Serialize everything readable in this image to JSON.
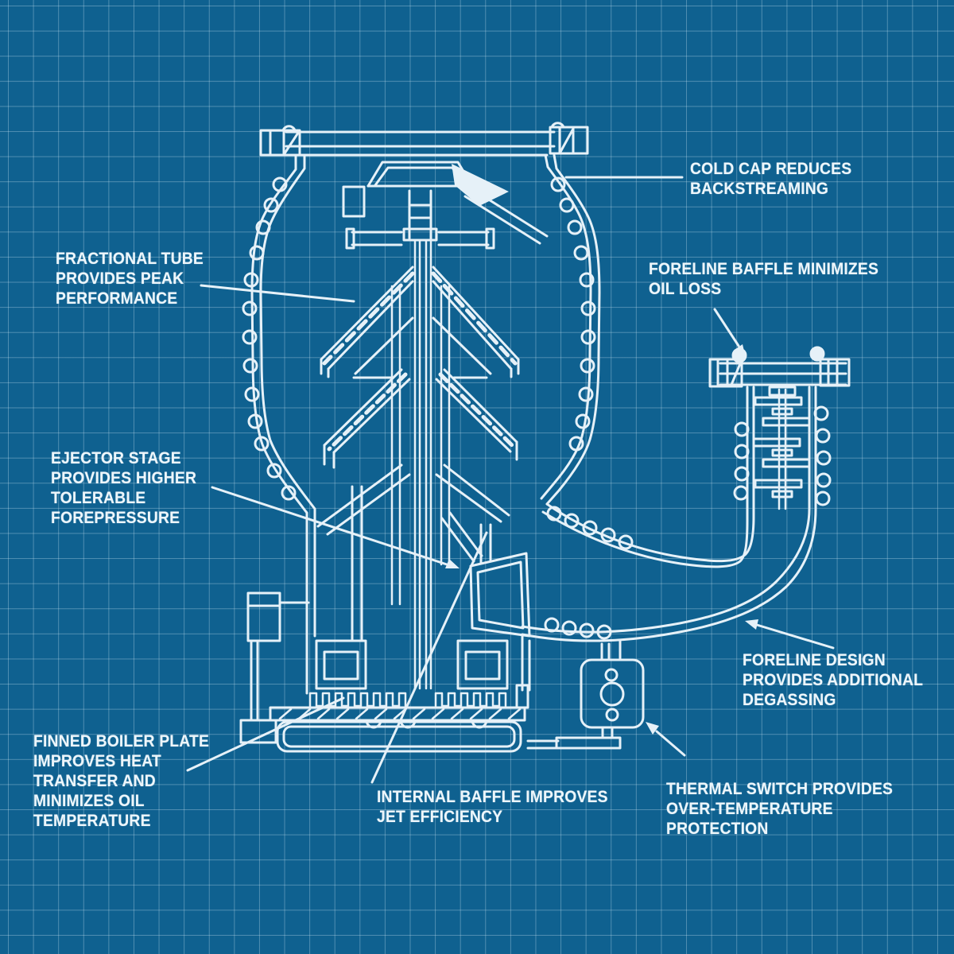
{
  "colors": {
    "background": "#0f6190",
    "grid_line": "#cde6f3",
    "ink": "#e6f1f8",
    "text": "#edf6fb"
  },
  "labels": {
    "cold_cap": {
      "lines": [
        "COLD CAP REDUCES",
        "BACKSTREAMING"
      ]
    },
    "fractional_tube": {
      "lines": [
        "FRACTIONAL TUBE",
        "PROVIDES PEAK",
        "PERFORMANCE"
      ]
    },
    "foreline_baffle": {
      "lines": [
        "FORELINE BAFFLE MINIMIZES",
        "OIL LOSS"
      ]
    },
    "ejector_stage": {
      "lines": [
        "EJECTOR STAGE",
        "PROVIDES HIGHER",
        "TOLERABLE",
        "FOREPRESSURE"
      ]
    },
    "foreline_design": {
      "lines": [
        "FORELINE DESIGN",
        "PROVIDES ADDITIONAL",
        "DEGASSING"
      ]
    },
    "finned_boiler": {
      "lines": [
        "FINNED BOILER PLATE",
        "IMPROVES HEAT",
        "TRANSFER AND",
        "MINIMIZES OIL",
        "TEMPERATURE"
      ]
    },
    "internal_baffle": {
      "lines": [
        "INTERNAL BAFFLE IMPROVES",
        "JET EFFICIENCY"
      ]
    },
    "thermal_switch": {
      "lines": [
        "THERMAL SWITCH PROVIDES",
        "OVER-TEMPERATURE",
        "PROTECTION"
      ]
    }
  }
}
